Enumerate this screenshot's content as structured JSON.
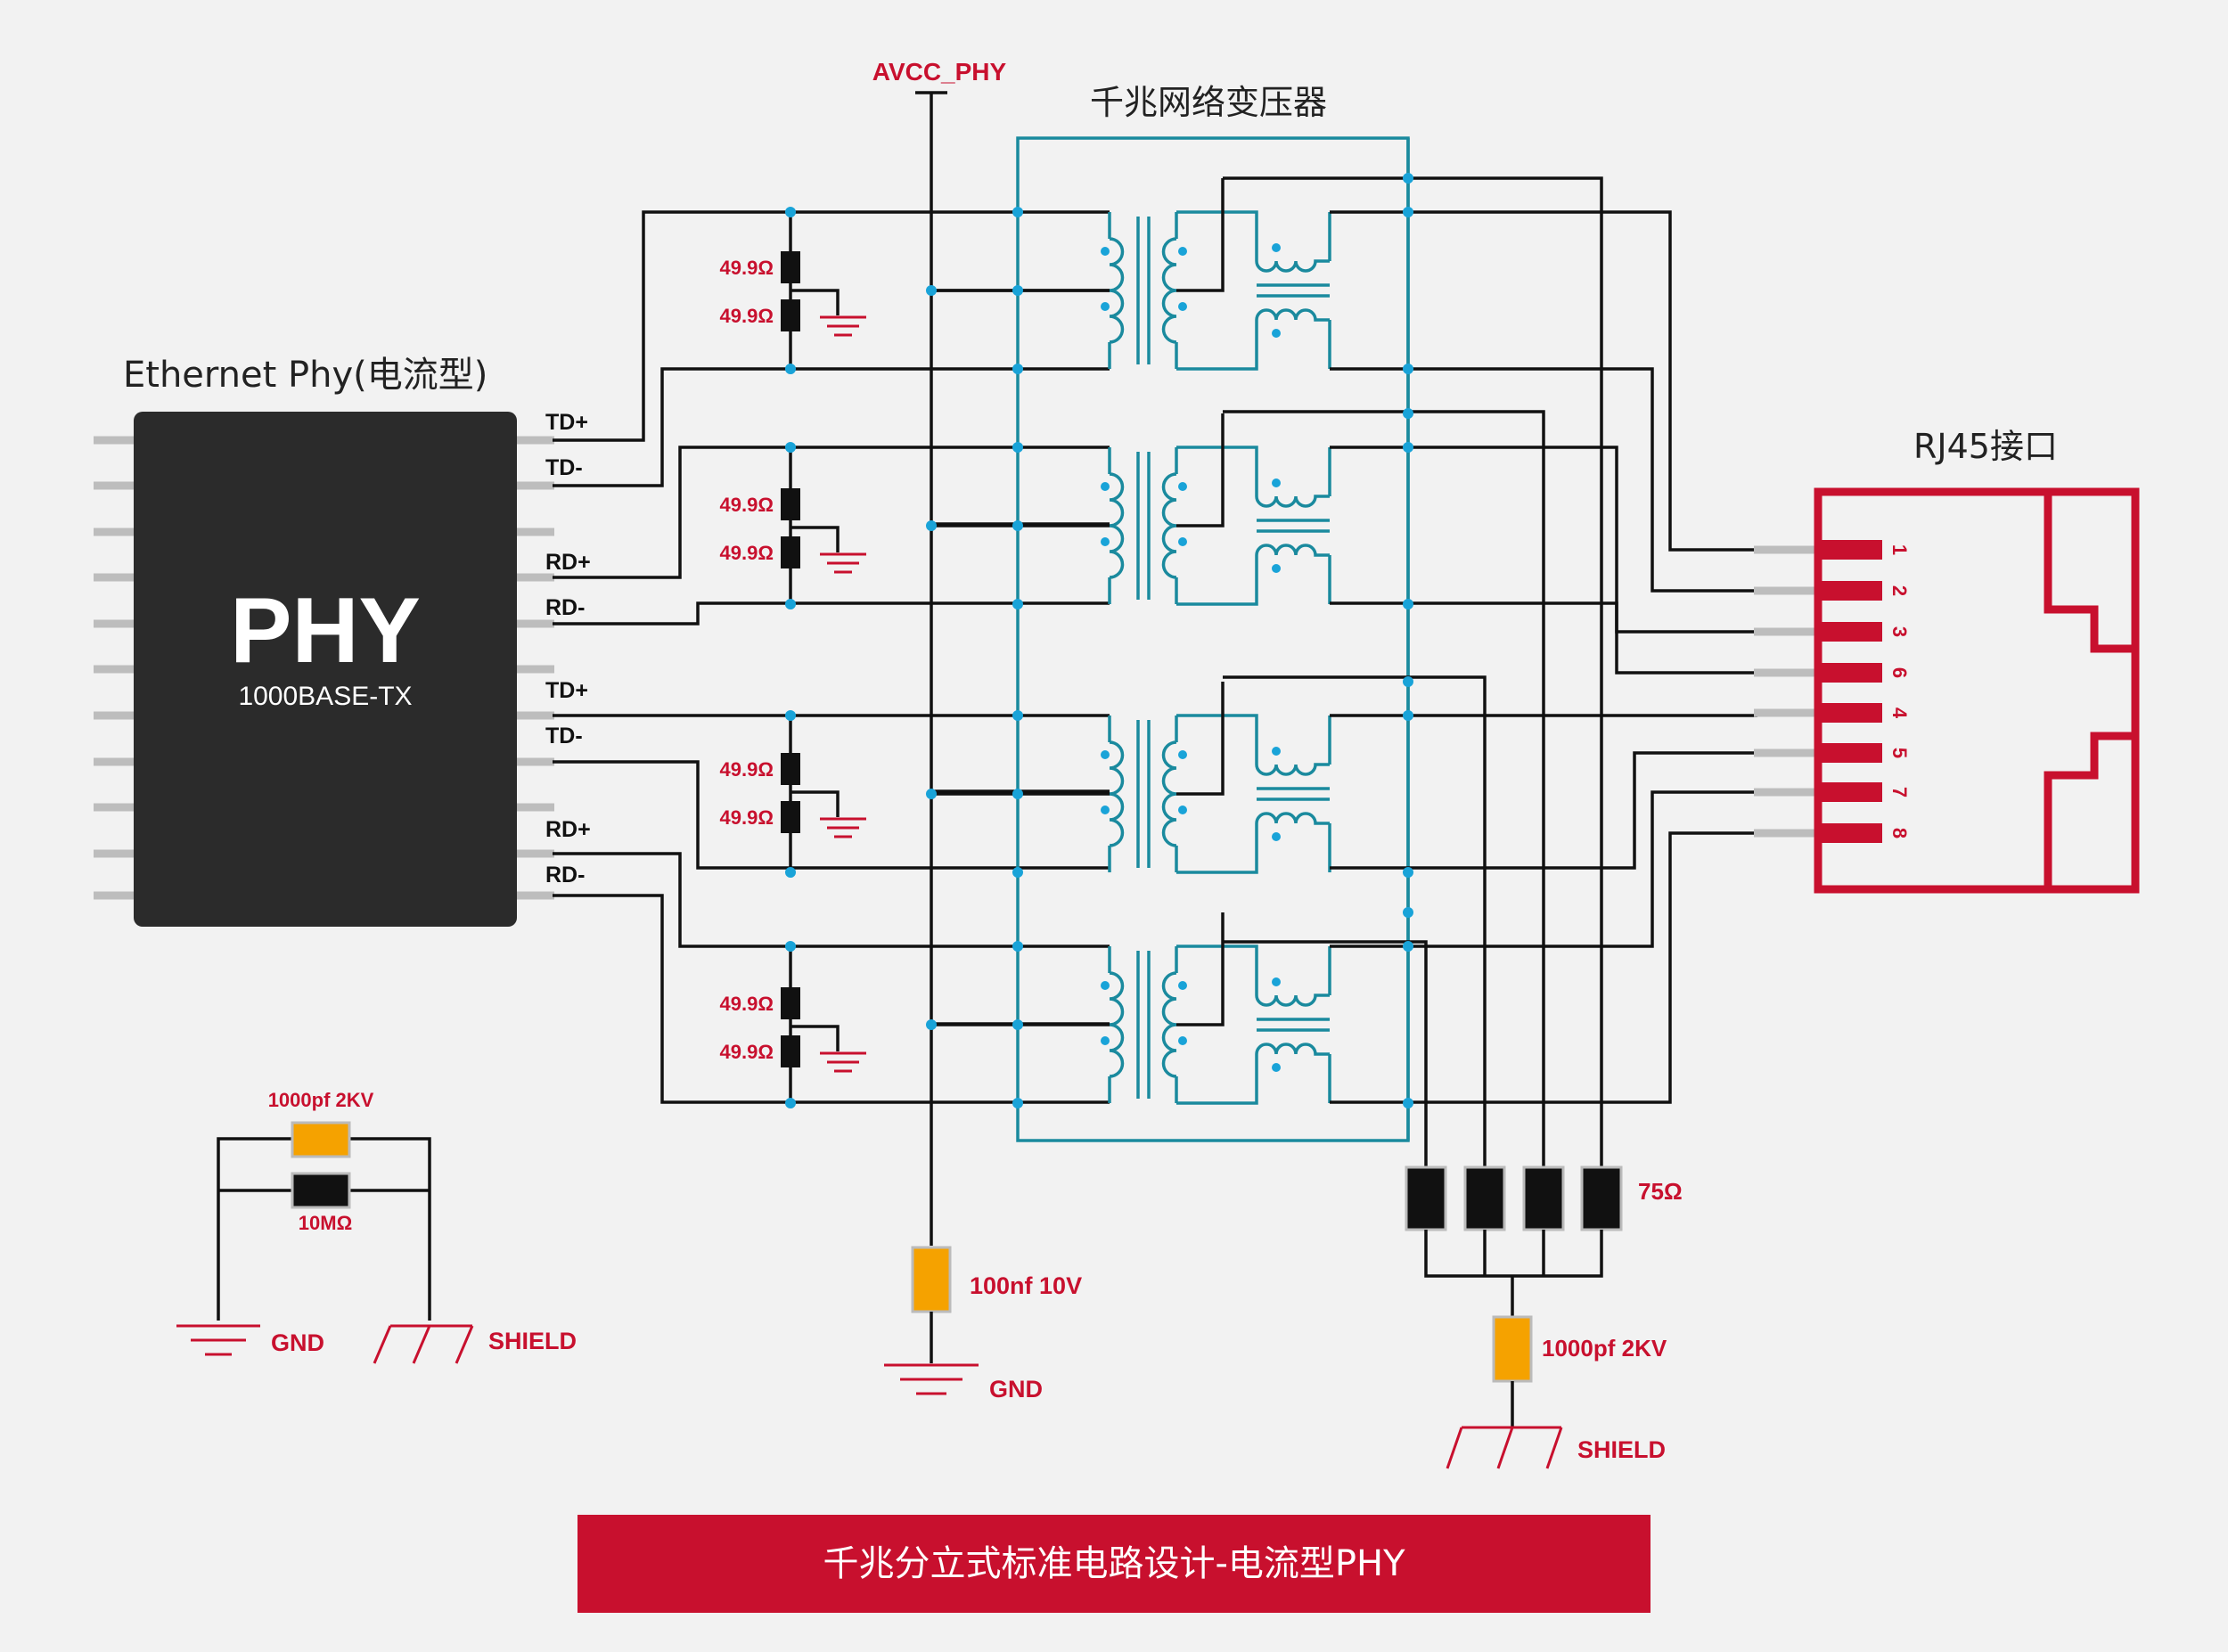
{
  "chip": {
    "caption": "Ethernet Phy(电流型)",
    "name": "PHY",
    "subtitle": "1000BASE-TX",
    "pins": [
      "TD+",
      "TD-",
      "RD+",
      "RD-",
      "TD+",
      "TD-",
      "RD+",
      "RD-"
    ]
  },
  "power": {
    "label": "AVCC_PHY"
  },
  "transformer": {
    "title": "千兆网络变压器"
  },
  "rj45": {
    "title": "RJ45接口",
    "pins": [
      "1",
      "2",
      "3",
      "6",
      "4",
      "5",
      "7",
      "8"
    ]
  },
  "resistor_labels": [
    "49.9Ω",
    "49.9Ω",
    "49.9Ω",
    "49.9Ω",
    "49.9Ω",
    "49.9Ω",
    "49.9Ω",
    "49.9Ω"
  ],
  "termination": {
    "resistor": "75Ω",
    "cap": "1000pf 2KV",
    "shield": "SHIELD"
  },
  "decoupling": {
    "cap": "100nf 10V",
    "ground": "GND"
  },
  "isolation": {
    "cap": "1000pf 2KV",
    "resistor": "10MΩ",
    "ground": "GND",
    "shield": "SHIELD"
  },
  "footer": {
    "title": "千兆分立式标准电路设计-电流型PHY"
  },
  "colors": {
    "accent": "#c8102e",
    "transformer": "#1a8a9e",
    "dot": "#19a3d8",
    "cap": "#f5a200",
    "chip": "#2b2b2b"
  }
}
